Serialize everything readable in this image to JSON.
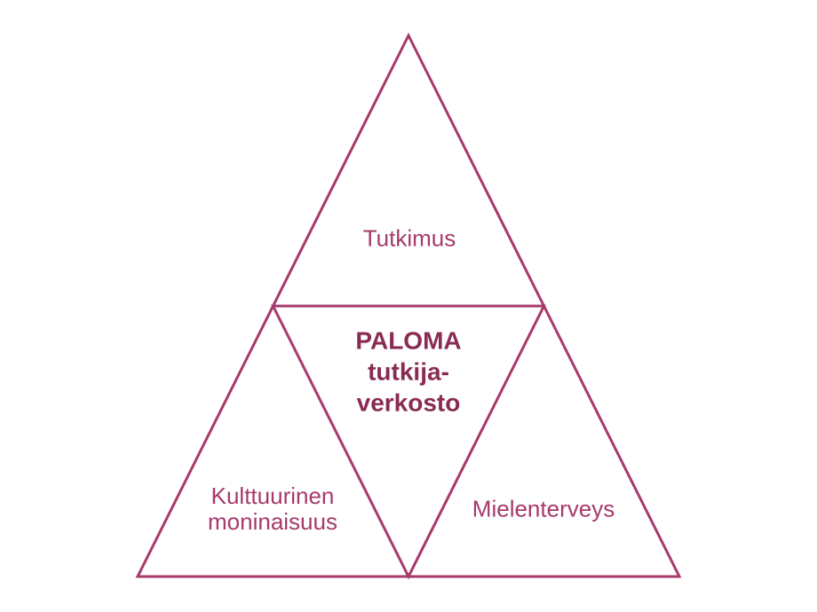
{
  "diagram": {
    "center_title": {
      "lines": [
        "PALOMA",
        "tutkija-",
        "verkosto"
      ]
    },
    "sections": {
      "top": {
        "label": "Tutkimus"
      },
      "bottom_left": {
        "line1": "Kulttuurinen",
        "line2": "moninaisuus"
      },
      "bottom_right": {
        "label": "Mielenterveys"
      }
    },
    "colors": {
      "line": "#a63a6b",
      "section_label": "#a63a6b",
      "center_title": "#892b53",
      "background": "#ffffff"
    }
  }
}
